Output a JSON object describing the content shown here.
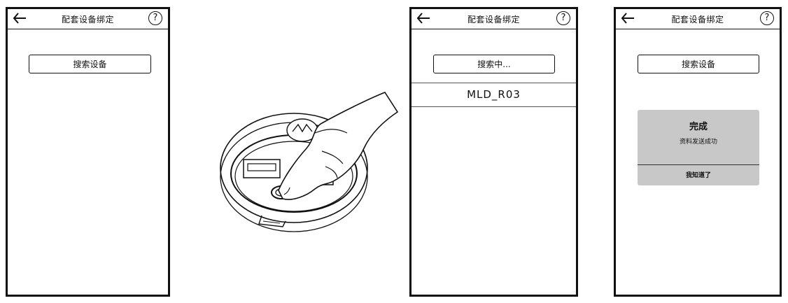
{
  "screens": [
    {
      "title": "配套设备绑定",
      "help_symbol": "?",
      "search_button_label": "搜索设备"
    },
    {
      "title": "配套设备绑定",
      "help_symbol": "?",
      "search_button_label": "搜索中...",
      "found_devices": [
        "MLD_R03"
      ]
    },
    {
      "title": "配套设备绑定",
      "help_symbol": "?",
      "search_button_label": "搜索设备",
      "dialog": {
        "title": "完成",
        "message": "资料发送成功",
        "ok_label": "我知道了"
      }
    }
  ],
  "illustration": {
    "depicts": "finger-pressing-device-button"
  }
}
